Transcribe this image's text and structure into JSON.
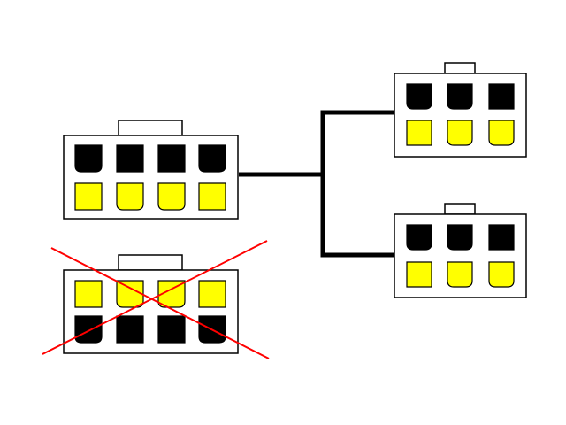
{
  "colors": {
    "background": "#ffffff",
    "outline": "#000000",
    "housing": "#ffffff",
    "black_pin": "#000000",
    "yellow_pin": "#ffff00",
    "cross": "#ff0000",
    "wire": "#000000"
  },
  "connectors": [
    {
      "id": "8pin-source",
      "pins_per_row": 4,
      "top_row": [
        "black-rounded",
        "black-square",
        "black-square",
        "black-rounded"
      ],
      "bottom_row": [
        "yellow-square",
        "yellow-rounded",
        "yellow-rounded",
        "yellow-square"
      ],
      "crossed_out": false
    },
    {
      "id": "8pin-wrong-orientation",
      "pins_per_row": 4,
      "top_row": [
        "yellow-square",
        "yellow-rounded",
        "yellow-rounded",
        "yellow-square"
      ],
      "bottom_row": [
        "black-rounded",
        "black-square",
        "black-square",
        "black-rounded"
      ],
      "crossed_out": true
    },
    {
      "id": "6pin-output-top",
      "pins_per_row": 3,
      "top_row": [
        "black-rounded",
        "black-rounded",
        "black-square"
      ],
      "bottom_row": [
        "yellow-square",
        "yellow-rounded",
        "yellow-rounded"
      ],
      "crossed_out": false
    },
    {
      "id": "6pin-output-bottom",
      "pins_per_row": 3,
      "top_row": [
        "black-rounded",
        "black-rounded",
        "black-square"
      ],
      "bottom_row": [
        "yellow-square",
        "yellow-rounded",
        "yellow-rounded"
      ],
      "crossed_out": false
    }
  ],
  "wiring": {
    "description_shown": false,
    "from": "8pin-source",
    "to": [
      "6pin-output-top",
      "6pin-output-bottom"
    ]
  }
}
